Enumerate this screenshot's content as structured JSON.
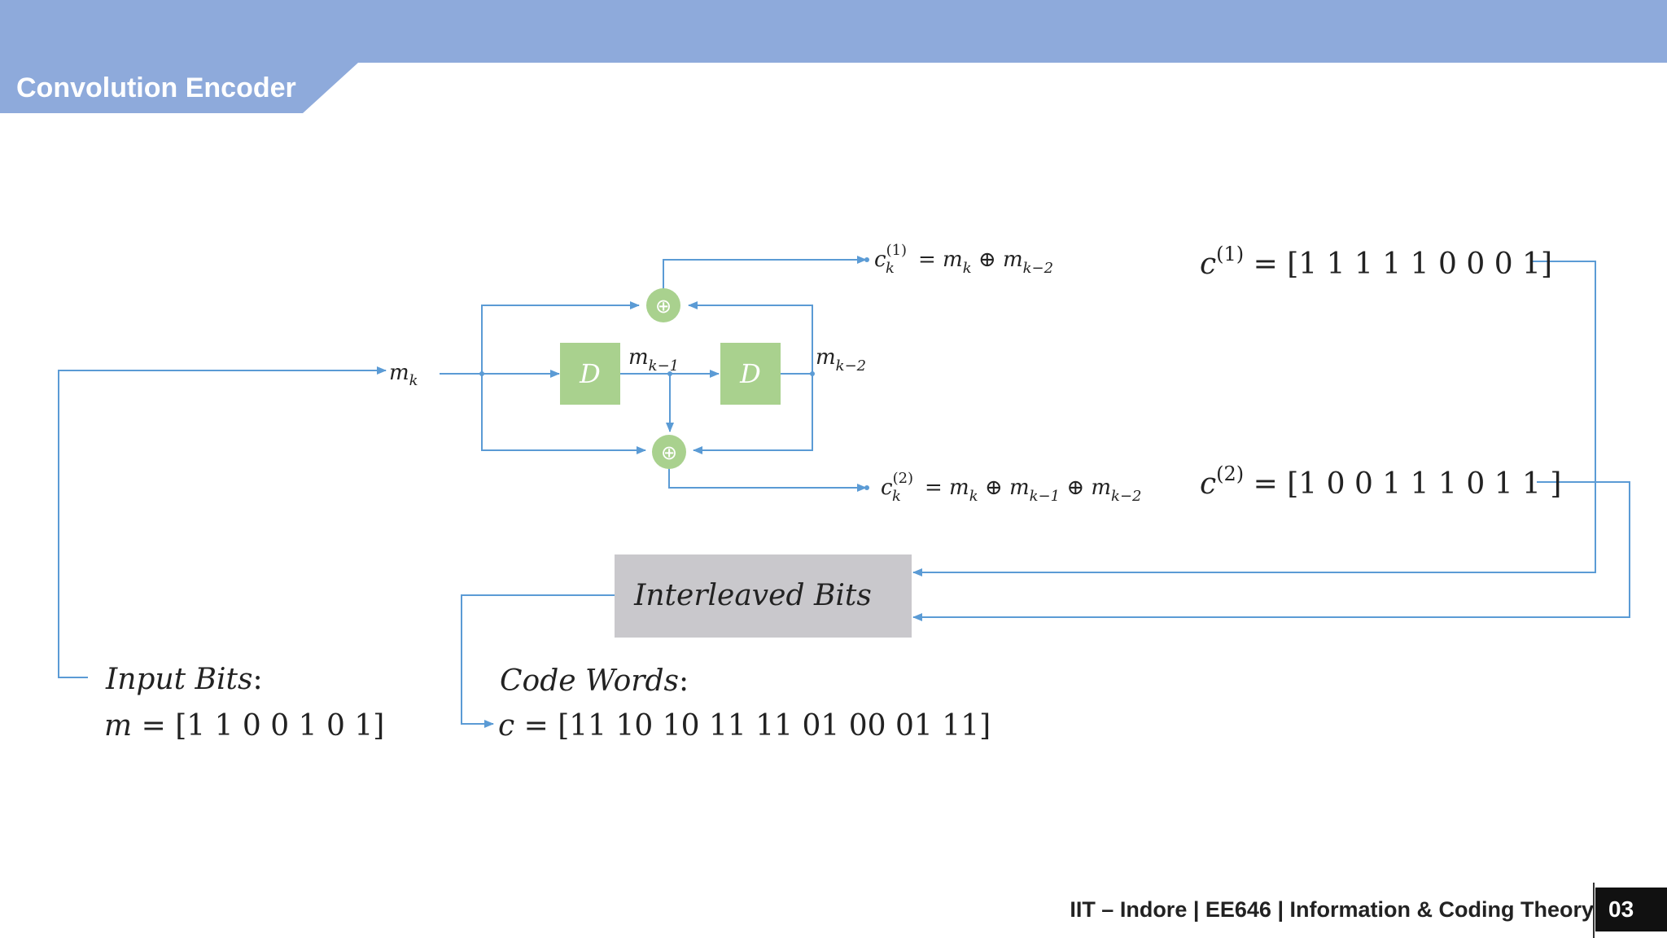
{
  "slide": {
    "title": "Convolution Encoder"
  },
  "encoder": {
    "delay_label": "D",
    "xor_symbol": "⊕",
    "input_label": {
      "base": "m",
      "sub": "k"
    },
    "tap1_label": {
      "base": "m",
      "sub": "k−1"
    },
    "tap2_label": {
      "base": "m",
      "sub": "k−2"
    }
  },
  "outputs": {
    "c1_eq": {
      "base": "c",
      "sub": "k",
      "sup": "(1)",
      "rhs": "= m",
      "rhs_sub": "k",
      "op": " ⊕ m",
      "term2_sub": "k−2"
    },
    "c2_eq": {
      "base": "c",
      "sub": "k",
      "sup": "(2)",
      "rhs": "= m",
      "rhs_sub": "k",
      "op1": " ⊕ m",
      "term2_sub": "k−1",
      "op2": " ⊕ m",
      "term3_sub": "k−2"
    },
    "c1_seq": {
      "base": "c",
      "sup": "(1)",
      "value": " = [1 1 1 1 1 0 0 0 1]"
    },
    "c2_seq": {
      "base": "c",
      "sup": "(2)",
      "value": " = [1 0 0 1 1 1 0 1 1 ]"
    }
  },
  "interleaver": {
    "label": "Interleaved Bits",
    "fill": "#c9c8cc"
  },
  "input_bits": {
    "heading": "Input Bits",
    "colon": ":",
    "var": "m",
    "value": " = [1 1 0 0 1 0 1]"
  },
  "code_words": {
    "heading": "Code  Words",
    "colon": ":",
    "var": "c",
    "value": " = [11 10 10 11 11 01 00 01 11]"
  },
  "footer": {
    "text": "IIT – Indore | EE646 | Information & Coding Theory",
    "page": "03"
  },
  "colors": {
    "header": "#8eaadb",
    "line": "#5b9bd5",
    "delay_fill": "#a9d18e",
    "xor_fill": "#a9d18e"
  }
}
